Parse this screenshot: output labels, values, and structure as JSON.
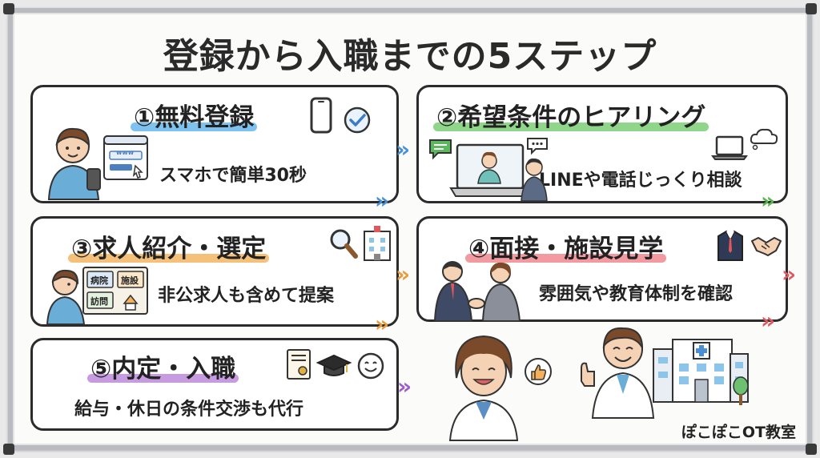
{
  "title": "登録から入職までの5ステップ",
  "steps": [
    {
      "title": "①無料登録",
      "desc": "スマホで簡単30秒",
      "highlight": "#7ec3f0"
    },
    {
      "title": "②希望条件のヒアリング",
      "desc": "LINEや電話じっくり相談",
      "highlight": "#8fd68a"
    },
    {
      "title": "③求人紹介・選定",
      "desc": "非公求人も含めて提案",
      "highlight": "#f4c07a"
    },
    {
      "title": "④面接・施設見学",
      "desc": "雰囲気や教育体制を確認",
      "highlight": "#f29aa0"
    },
    {
      "title": "⑤内定・入職",
      "desc": "給与・休日の条件交渉も代行",
      "highlight": "#c79be0"
    }
  ],
  "illustrations": {
    "web_window_label": "www",
    "facility_sign_1": "病院",
    "facility_sign_2": "施設",
    "facility_sign_3": "訪問"
  },
  "arrow_glyph": "»",
  "footer": "ぽこぽこOT教室",
  "colors": {
    "arrow_blue": "#4a8fd6",
    "arrow_green": "#59b54f",
    "arrow_orange": "#e89a3c",
    "arrow_red": "#e0585e",
    "arrow_purple": "#9b5ccc"
  }
}
